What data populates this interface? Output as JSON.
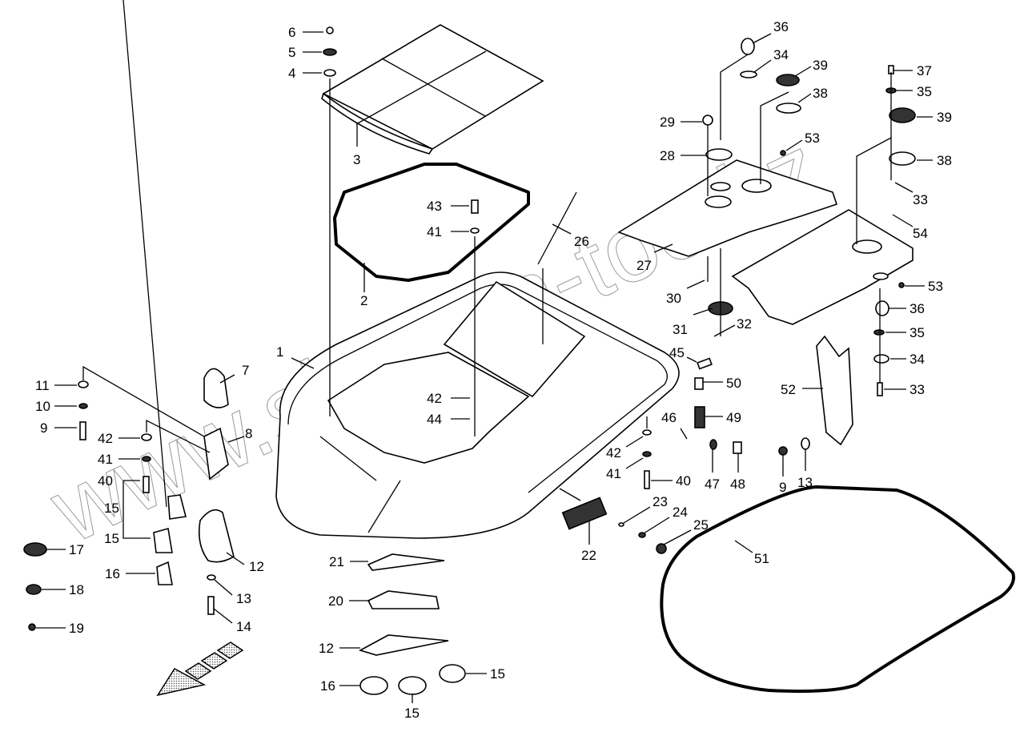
{
  "diagram": {
    "type": "exploded parts diagram",
    "watermark": "www.sinhron-too.kz",
    "callouts": [
      {
        "id": "c6",
        "text": "6"
      },
      {
        "id": "c5",
        "text": "5"
      },
      {
        "id": "c4",
        "text": "4"
      },
      {
        "id": "c3",
        "text": "3"
      },
      {
        "id": "c2",
        "text": "2"
      },
      {
        "id": "c43",
        "text": "43"
      },
      {
        "id": "c41a",
        "text": "41"
      },
      {
        "id": "c26",
        "text": "26"
      },
      {
        "id": "c1",
        "text": "1"
      },
      {
        "id": "c42a",
        "text": "42"
      },
      {
        "id": "c44",
        "text": "44"
      },
      {
        "id": "c11",
        "text": "11"
      },
      {
        "id": "c10",
        "text": "10"
      },
      {
        "id": "c9a",
        "text": "9"
      },
      {
        "id": "c7",
        "text": "7"
      },
      {
        "id": "c8",
        "text": "8"
      },
      {
        "id": "c42b",
        "text": "42"
      },
      {
        "id": "c41b",
        "text": "41"
      },
      {
        "id": "c40a",
        "text": "40"
      },
      {
        "id": "c15a",
        "text": "15"
      },
      {
        "id": "c15b",
        "text": "15"
      },
      {
        "id": "c16a",
        "text": "16"
      },
      {
        "id": "c17",
        "text": "17"
      },
      {
        "id": "c18",
        "text": "18"
      },
      {
        "id": "c19",
        "text": "19"
      },
      {
        "id": "c12a",
        "text": "12"
      },
      {
        "id": "c13a",
        "text": "13"
      },
      {
        "id": "c14",
        "text": "14"
      },
      {
        "id": "c21",
        "text": "21"
      },
      {
        "id": "c20",
        "text": "20"
      },
      {
        "id": "c12b",
        "text": "12"
      },
      {
        "id": "c16b",
        "text": "16"
      },
      {
        "id": "c15c",
        "text": "15"
      },
      {
        "id": "c15d",
        "text": "15"
      },
      {
        "id": "c22",
        "text": "22"
      },
      {
        "id": "c23",
        "text": "23"
      },
      {
        "id": "c24",
        "text": "24"
      },
      {
        "id": "c25",
        "text": "25"
      },
      {
        "id": "c42c",
        "text": "42"
      },
      {
        "id": "c41c",
        "text": "41"
      },
      {
        "id": "c40b",
        "text": "40"
      },
      {
        "id": "c45",
        "text": "45"
      },
      {
        "id": "c50",
        "text": "50"
      },
      {
        "id": "c49",
        "text": "49"
      },
      {
        "id": "c46",
        "text": "46"
      },
      {
        "id": "c47",
        "text": "47"
      },
      {
        "id": "c48",
        "text": "48"
      },
      {
        "id": "c9b",
        "text": "9"
      },
      {
        "id": "c13b",
        "text": "13"
      },
      {
        "id": "c52",
        "text": "52"
      },
      {
        "id": "c51",
        "text": "51"
      },
      {
        "id": "c36a",
        "text": "36"
      },
      {
        "id": "c34a",
        "text": "34"
      },
      {
        "id": "c39a",
        "text": "39"
      },
      {
        "id": "c38a",
        "text": "38"
      },
      {
        "id": "c29",
        "text": "29"
      },
      {
        "id": "c28",
        "text": "28"
      },
      {
        "id": "c53a",
        "text": "53"
      },
      {
        "id": "c27",
        "text": "27"
      },
      {
        "id": "c30",
        "text": "30"
      },
      {
        "id": "c31",
        "text": "31"
      },
      {
        "id": "c32",
        "text": "32"
      },
      {
        "id": "c37",
        "text": "37"
      },
      {
        "id": "c35a",
        "text": "35"
      },
      {
        "id": "c39b",
        "text": "39"
      },
      {
        "id": "c38b",
        "text": "38"
      },
      {
        "id": "c33a",
        "text": "33"
      },
      {
        "id": "c54",
        "text": "54"
      },
      {
        "id": "c53b",
        "text": "53"
      },
      {
        "id": "c36b",
        "text": "36"
      },
      {
        "id": "c35b",
        "text": "35"
      },
      {
        "id": "c34b",
        "text": "34"
      },
      {
        "id": "c33b",
        "text": "33"
      }
    ]
  }
}
